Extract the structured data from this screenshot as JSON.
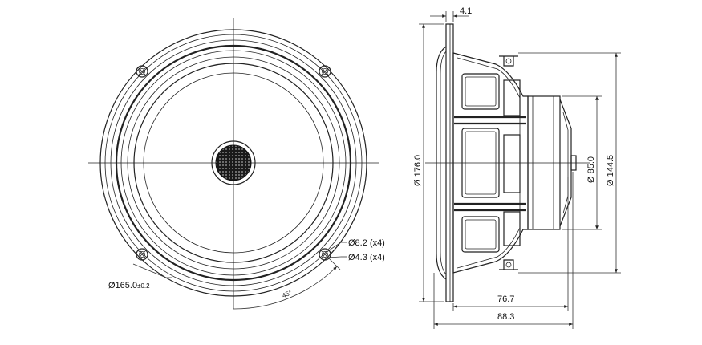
{
  "front_view": {
    "hole_large": "Ø8.2 (x4)",
    "hole_small": "Ø4.3 (x4)",
    "bolt_circle_main": "Ø165.0",
    "bolt_circle_tol": "±0.2",
    "angle": "45°"
  },
  "side_view": {
    "flange_thickness": "4.1",
    "overall_diameter": "Ø 176.0",
    "magnet_diameter": "Ø 85.0",
    "cutout_diameter": "Ø 144.5",
    "depth_mounting": "76.7",
    "depth_total": "88.3"
  }
}
